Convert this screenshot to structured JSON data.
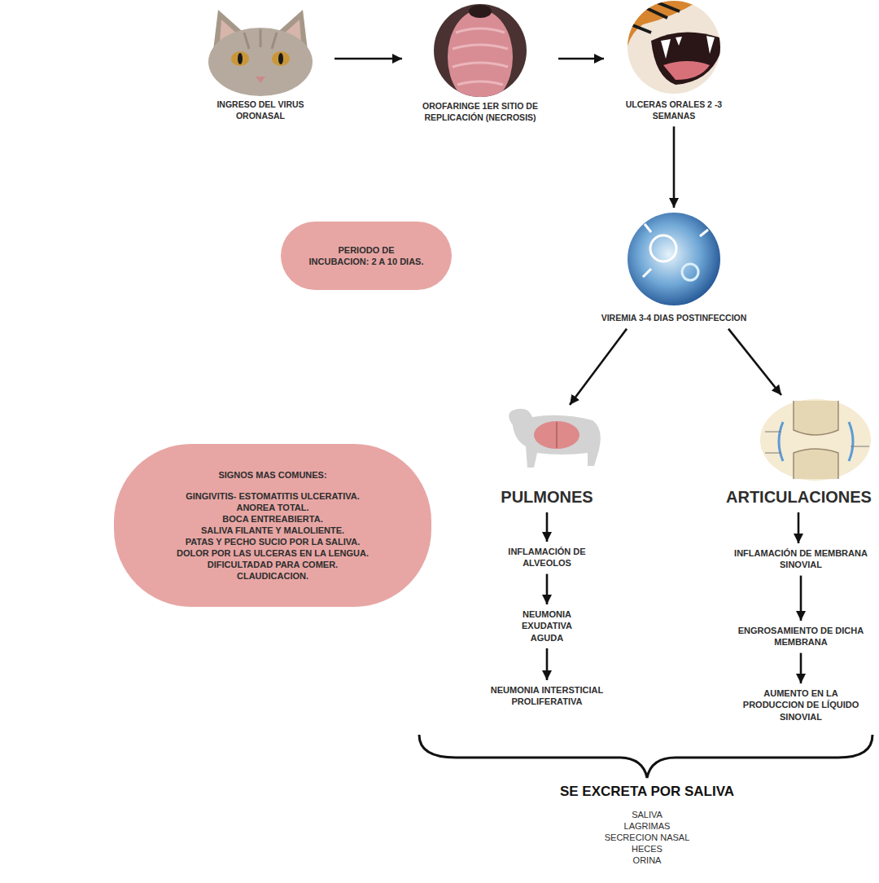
{
  "diagram": {
    "nodes": [
      {
        "text": [
          "INGRESO DEL VIRUS ORONASAL"
        ]
      },
      {
        "text": [
          "OROFARINGE 1ER SITIO DE REPLICACIÓN (NECROSIS)"
        ]
      },
      {
        "text": [
          "ULCERAS ORALES 2 -3 SEMANAS"
        ]
      },
      {
        "text": [
          "PERIODO DE INCUBACION: 2 A 10 DIAS."
        ]
      },
      {
        "text": [
          "VIREMIA 3-4 DIAS POSTINFECCION"
        ]
      },
      {
        "text": [
          "SIGNOS MAS COMUNES:",
          "GINGIVITIS- ESTOMATITIS ULCERATIVA.",
          "ANOREA TOTAL.",
          "BOCA ENTREABIERTA.",
          "SALIVA FILANTE Y MALOLIENTE.",
          "PATAS Y PECHO SUCIO POR LA SALIVA.",
          "DOLOR POR LAS ULCERAS EN LA LENGUA.",
          "DIFICULTADAD PARA COMER.",
          "CLAUDICACION."
        ]
      },
      {
        "text": [
          "PULMONES"
        ]
      },
      {
        "text": [
          "ARTICULACIONES"
        ]
      },
      {
        "text": [
          "INFLAMACIÓN DE ALVEOLOS"
        ]
      },
      {
        "text": [
          "INFLAMACIÓN DE MEMBRANA SINOVIAL"
        ]
      },
      {
        "text": [
          "NEUMONIA EXUDATIVA AGUDA"
        ]
      },
      {
        "text": [
          "ENGROSAMIENTO DE DICHA MEMBRANA"
        ]
      },
      {
        "text": [
          "NEUMONIA INTERSTICIAL PROLIFERATIVA"
        ]
      },
      {
        "text": [
          "AUMENTO EN LA PRODUCCION DE LÍQUIDO SINOVIAL"
        ]
      }
    ],
    "edges": [
      {
        "from": 0,
        "to": 1,
        "arrow": "to"
      },
      {
        "from": 1,
        "to": 2,
        "arrow": "to"
      },
      {
        "from": 2,
        "to": 4,
        "arrow": "to"
      },
      {
        "from": 4,
        "to": 6,
        "arrow": "to"
      },
      {
        "from": 4,
        "to": 7,
        "arrow": "to"
      },
      {
        "from": 6,
        "to": 8,
        "arrow": "to"
      },
      {
        "from": 8,
        "to": 10,
        "arrow": "to"
      },
      {
        "from": 10,
        "to": 12,
        "arrow": "to"
      },
      {
        "from": 7,
        "to": 9,
        "arrow": "to"
      },
      {
        "from": 9,
        "to": 11,
        "arrow": "to"
      },
      {
        "from": 11,
        "to": 13,
        "arrow": "to"
      }
    ],
    "labels": [
      "SE EXCRETA POR SALIVA",
      "SALIVA",
      "LAGRIMAS",
      "SECRECION NASAL",
      "HECES",
      "ORINA"
    ]
  }
}
